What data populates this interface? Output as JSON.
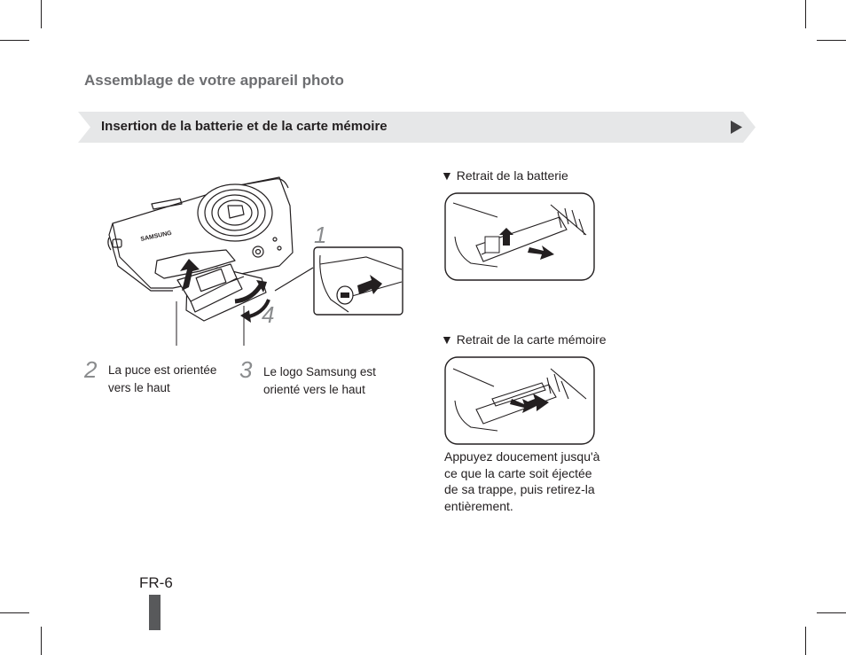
{
  "header": {
    "section_title": "Assemblage de votre appareil photo"
  },
  "banner": {
    "label": "Insertion de la batterie et de la carte mémoire",
    "arrow_icon": "play-triangle-icon"
  },
  "main_figure": {
    "brand_text": "SAMSUNG",
    "steps": [
      {
        "number": "1"
      },
      {
        "number": "2",
        "text_line1": "La puce est orientée",
        "text_line2": "vers le haut"
      },
      {
        "number": "3",
        "text_line1": "Le logo Samsung est",
        "text_line2": "orienté vers le haut"
      },
      {
        "number": "4"
      }
    ]
  },
  "battery_removal": {
    "heading": "▼ Retrait de la batterie"
  },
  "card_removal": {
    "heading": "▼ Retrait de la carte mémoire",
    "note_lines": [
      "Appuyez doucement jusqu'à",
      "ce que la carte soit éjectée",
      "de sa trappe, puis retirez-la",
      "entièrement."
    ]
  },
  "footer": {
    "page_number": "FR-6"
  },
  "colors": {
    "banner_bg": "#e6e7e8",
    "section_title": "#6d6e71",
    "page_tab": "#58595b",
    "step_number": "#8a8c8e"
  }
}
